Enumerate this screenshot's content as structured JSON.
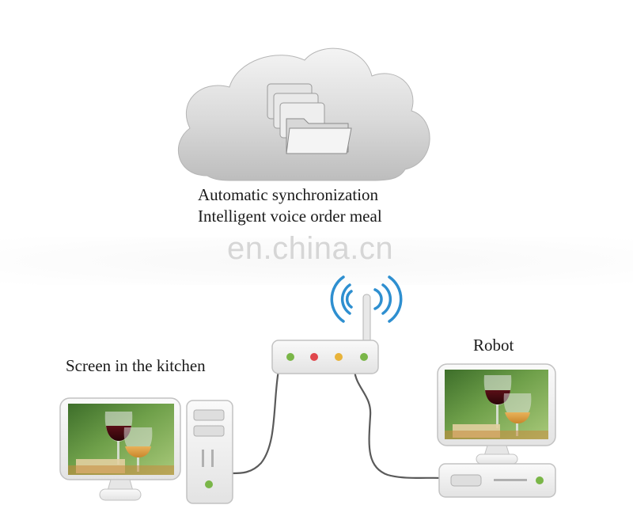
{
  "cloud": {
    "caption_line1": "Automatic synchronization",
    "caption_line2": "Intelligent voice order meal",
    "icon": "folder-stack-icon"
  },
  "watermark": "en.china.cn",
  "devices": {
    "kitchen_label": "Screen in the kitchen",
    "robot_label": "Robot"
  },
  "router": {
    "leds": [
      "#7ab648",
      "#e0474c",
      "#e8b33a",
      "#7ab648"
    ],
    "signal_color": "#2e8fd0"
  },
  "colors": {
    "device_body": "#f0f0f0",
    "device_outline": "#c7c7c7",
    "cable": "#5a5a5a",
    "power_led": "#7ab648"
  }
}
